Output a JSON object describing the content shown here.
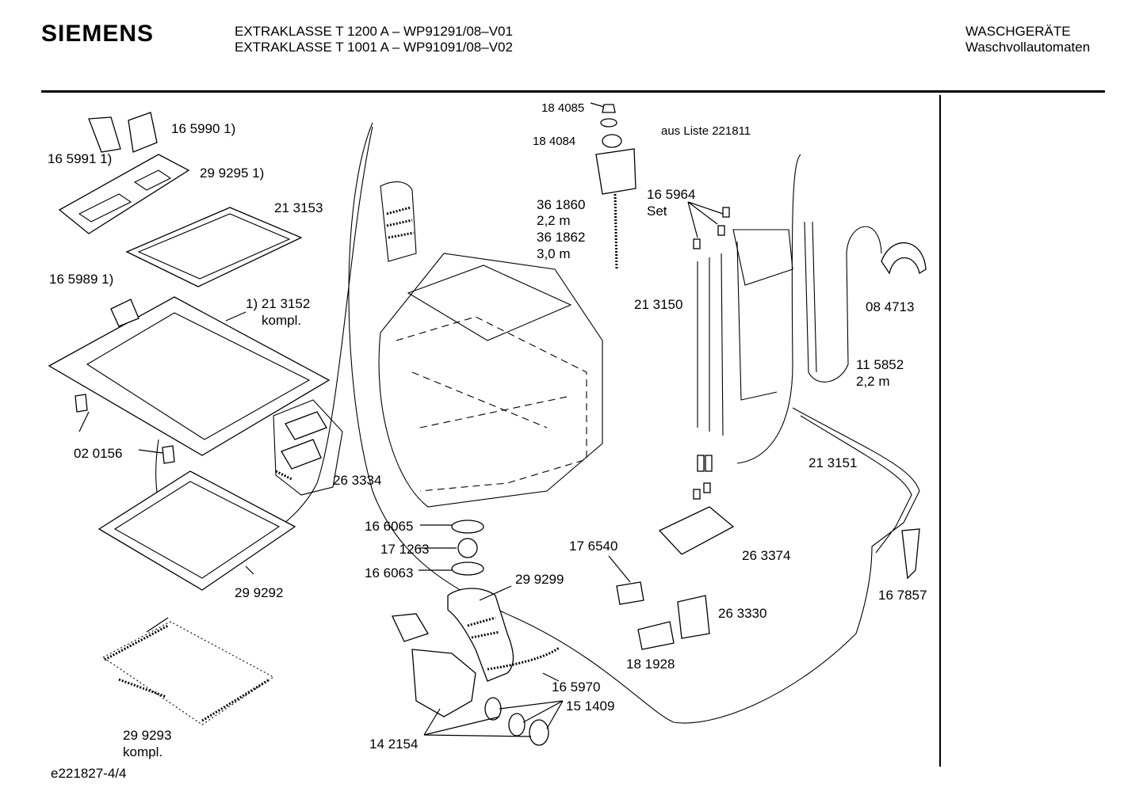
{
  "header": {
    "brand": "SIEMENS",
    "model_line_1": "EXTRAKLASSE T 1200 A – WP91291/08–V01",
    "model_line_2": "EXTRAKLASSE T 1001 A – WP91091/08–V02",
    "category": "WASCHGERÄTE",
    "subcategory": "Waschvollautomaten"
  },
  "callouts": {
    "p165990": "16 5990 1)",
    "p165991": "16 5991 1)",
    "p299295": "29 9295 1)",
    "p213153": "21 3153",
    "p165989": "16 5989 1)",
    "p213152": "1) 21 3152",
    "p213152b": "kompl.",
    "p020156": "02 0156",
    "p263334": "26 3334",
    "p299292": "29 9292",
    "p299293": "29 9293",
    "p299293b": "kompl.",
    "p184085": "18 4085",
    "p184084": "18 4084",
    "p361860": "36 1860",
    "p361860b": "2,2 m",
    "p361862": "36 1862",
    "p361862b": "3,0 m",
    "ausliste": "aus Liste 221811",
    "p165964": "16 5964",
    "p165964b": "Set",
    "p213150": "21 3150",
    "p084713": "08 4713",
    "p115852": "11 5852",
    "p115852b": "2,2 m",
    "p213151": "21 3151",
    "p166065": "16 6065",
    "p171263": "17 1263",
    "p166063": "16 6063",
    "p299299": "29 9299",
    "p176540": "17 6540",
    "p263374": "26 3374",
    "p167857": "16 7857",
    "p263330": "26 3330",
    "p181928": "18 1928",
    "p165970": "16 5970",
    "p151409": "15 1409",
    "p142154": "14 2154"
  },
  "footer": {
    "doc_id": "e221827-4/4"
  }
}
